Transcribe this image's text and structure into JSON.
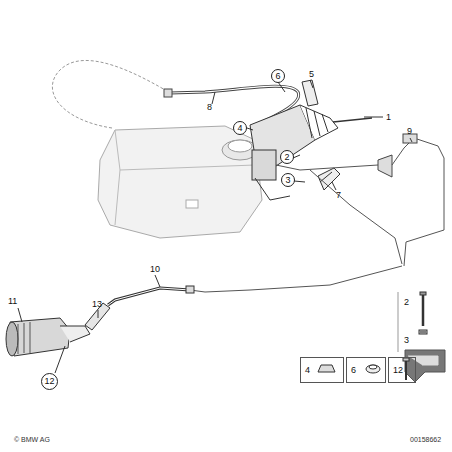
{
  "diagram": {
    "nodes": [
      {
        "text": [
          "6"
        ]
      },
      {
        "text": [
          "4"
        ]
      },
      {
        "text": [
          "2"
        ]
      },
      {
        "text": [
          "3"
        ]
      },
      {
        "text": [
          "12"
        ]
      },
      {
        "text": [
          "4"
        ]
      },
      {
        "text": [
          "6"
        ]
      },
      {
        "text": [
          "12"
        ]
      }
    ],
    "labels": [
      "5",
      "1",
      "8",
      "7",
      "9",
      "10",
      "11",
      "13",
      "2",
      "3",
      "© BMW AG",
      "00158662"
    ]
  }
}
